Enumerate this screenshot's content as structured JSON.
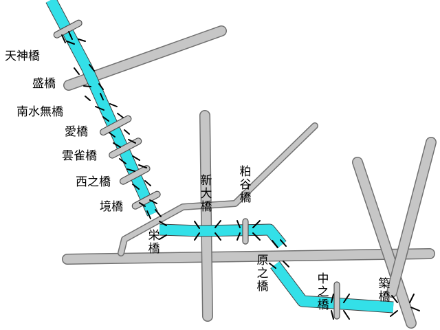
{
  "colors": {
    "river": "#33e0e8",
    "road": "#c6c6c6"
  },
  "bridges": [
    {
      "id": "tenjin",
      "name": "天神橋"
    },
    {
      "id": "mori",
      "name": "盛橋"
    },
    {
      "id": "nanzuimu",
      "name": "南水無橋"
    },
    {
      "id": "ai",
      "name": "愛橋"
    },
    {
      "id": "unjaku",
      "name": "雲雀橋"
    },
    {
      "id": "nishino",
      "name": "西之橋"
    },
    {
      "id": "sakai",
      "name": "境橋"
    },
    {
      "id": "sakae",
      "name": "栄橋"
    },
    {
      "id": "shinoo",
      "name": "新大橋"
    },
    {
      "id": "kasuya",
      "name": "粕谷橋"
    },
    {
      "id": "harano",
      "name": "原之橋"
    },
    {
      "id": "nakano",
      "name": "中之橋"
    },
    {
      "id": "tsuki",
      "name": "築橋"
    }
  ]
}
